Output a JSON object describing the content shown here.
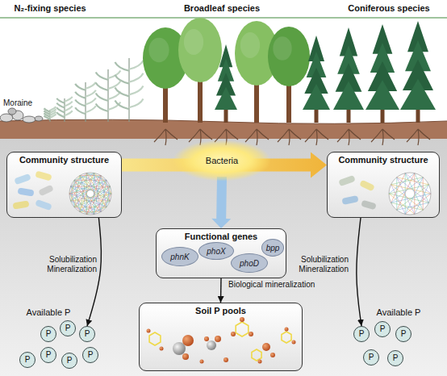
{
  "diagram": {
    "nodes": [
      {
        "text": [
          "Community structure"
        ]
      },
      {
        "text": [
          "Bacteria"
        ]
      },
      {
        "text": [
          "Community structure"
        ]
      },
      {
        "text": [
          "Functional genes"
        ]
      },
      {
        "text": [
          "phnK"
        ],
        "in": 3
      },
      {
        "text": [
          "phoX"
        ],
        "in": 3
      },
      {
        "text": [
          "phoD"
        ],
        "in": 3
      },
      {
        "text": [
          "bpp"
        ],
        "in": 3
      },
      {
        "text": [
          "Soil P pools"
        ]
      },
      {
        "text": [
          "P"
        ]
      },
      {
        "text": [
          "P"
        ]
      },
      {
        "text": [
          "P"
        ]
      },
      {
        "text": [
          "P"
        ]
      },
      {
        "text": [
          "P"
        ]
      },
      {
        "text": [
          "P"
        ]
      },
      {
        "text": [
          "P"
        ]
      },
      {
        "text": [
          "P"
        ]
      },
      {
        "text": [
          "P"
        ]
      },
      {
        "text": [
          "P"
        ]
      },
      {
        "text": [
          "P"
        ]
      },
      {
        "text": [
          "P"
        ]
      }
    ],
    "edges": [
      {
        "from": 0,
        "to": 2,
        "arrow": "to"
      },
      {
        "from": 1,
        "to": 3,
        "arrow": "to"
      },
      {
        "from": 3,
        "to": 8,
        "label": "Biological mineralization",
        "arrow": "to"
      },
      {
        "from": 0,
        "to": 11,
        "label": "Solubilization Mineralization",
        "arrow": "to"
      },
      {
        "from": 2,
        "to": 16,
        "label": "Solubilization Mineralization",
        "arrow": "to"
      }
    ],
    "labels": [
      "N₂-fixing species",
      "Broadleaf species",
      "Coniferous species",
      "Moraine",
      "Available P",
      "Available P"
    ]
  }
}
